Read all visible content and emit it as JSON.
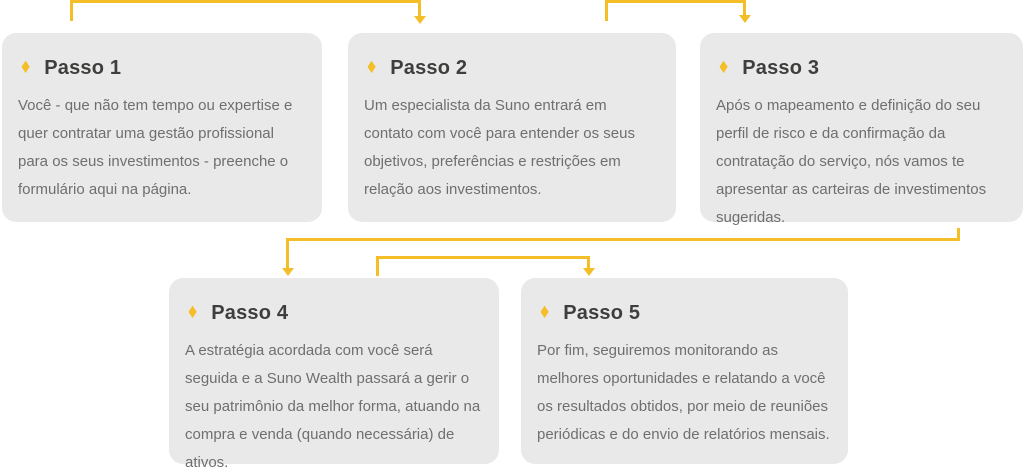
{
  "colors": {
    "accent": "#F3BE27",
    "card_bg": "#E9E9E9",
    "title_color": "#3E3E3D",
    "body_color": "#6F6F6F"
  },
  "diamond_icon_glyph": "♦",
  "cards": [
    {
      "title": "Passo 1",
      "body": "Você - que não tem tempo ou expertise e quer contratar uma gestão profissional para os seus investimentos - preenche o formulário aqui na página."
    },
    {
      "title": "Passo 2",
      "body": "Um especialista da Suno entrará em contato com você para entender os seus objetivos, preferências e restrições em relação aos investimentos."
    },
    {
      "title": "Passo 3",
      "body": "Após o mapeamento e definição do seu perfil de risco e da confirmação da contratação do serviço, nós vamos te apresentar as carteiras de investimentos sugeridas."
    },
    {
      "title": "Passo 4",
      "body": "A estratégia acordada com você será seguida e a Suno Wealth passará a gerir o seu patrimônio da melhor forma, atuando na compra e venda (quando necessária) de ativos."
    },
    {
      "title": "Passo 5",
      "body": "Por fim, seguiremos monitorando as melhores oportunidades e relatando a você os resultados obtidos, por meio de reuniões periódicas e do envio de relatórios mensais."
    }
  ],
  "connectors": [
    {
      "from": "Passo 1",
      "to": "Passo 2"
    },
    {
      "from": "Passo 2",
      "to": "Passo 3"
    },
    {
      "from": "Passo 3",
      "to": "Passo 4"
    },
    {
      "from": "Passo 4",
      "to": "Passo 5"
    }
  ]
}
